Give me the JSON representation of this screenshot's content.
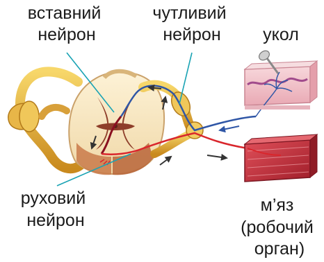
{
  "labels": {
    "interneuron": [
      "вставний",
      "нейрон"
    ],
    "sensory_neuron": [
      "чутливий",
      "нейрон"
    ],
    "injection": "укол",
    "motor_neuron": [
      "руховий",
      "нейрон"
    ],
    "muscle": [
      "м’яз",
      "(робочий",
      "орган)"
    ]
  },
  "colors": {
    "sensory_path": "#2f56a6",
    "motor_path": "#d9262c",
    "pointer_line": "#1aa3b4",
    "nerve": "#e9b233",
    "skin": "#f2c6cf",
    "muscle": "#c8323c"
  },
  "icons": [
    "spinal-cord-cross-section",
    "pin-icon",
    "skin-block",
    "muscle-block"
  ]
}
